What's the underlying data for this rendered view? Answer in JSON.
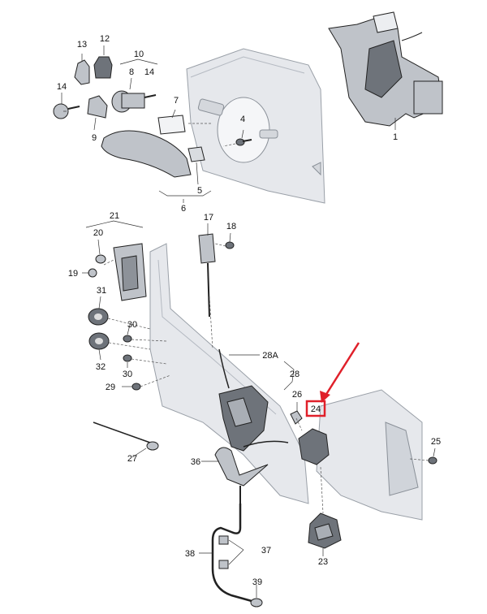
{
  "diagram": {
    "callouts": {
      "c1": "1",
      "c4": "4",
      "c5": "5",
      "c6": "6",
      "c7": "7",
      "c8": "8",
      "c9": "9",
      "c10": "10",
      "c12": "12",
      "c13": "13",
      "c14a": "14",
      "c14b": "14",
      "c17": "17",
      "c18": "18",
      "c19": "19",
      "c20": "20",
      "c21": "21",
      "c23": "23",
      "c24": "24",
      "c25": "25",
      "c26": "26",
      "c27": "27",
      "c28": "28",
      "c28a": "28A",
      "c29": "29",
      "c30a": "30",
      "c30b": "30",
      "c31": "31",
      "c32": "32",
      "c36": "36",
      "c37": "37",
      "c38": "38",
      "c39": "39"
    },
    "highlight_color": "#e0202a",
    "arrow_color": "#e0202a"
  }
}
